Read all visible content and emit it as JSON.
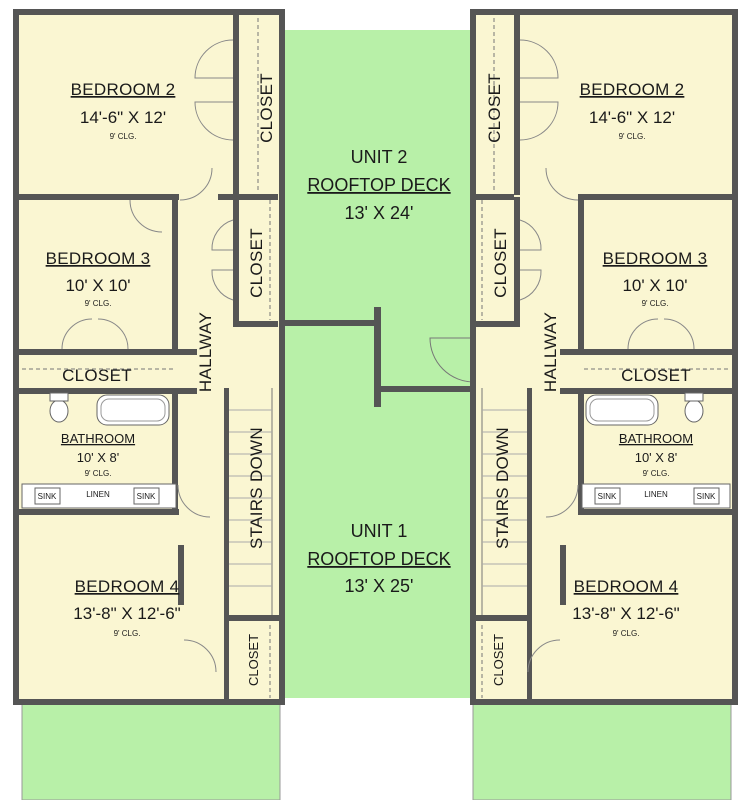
{
  "colors": {
    "room_fill": "#faf6d2",
    "deck_fill": "#b8f0a8",
    "wall": "#555555"
  },
  "left_unit": {
    "bedroom2": {
      "name": "BEDROOM 2",
      "size": "14'-6\" X 12'",
      "ceiling": "9' CLG."
    },
    "closet_top": "CLOSET",
    "closet_mid": "CLOSET",
    "bedroom3": {
      "name": "BEDROOM 3",
      "size": "10' X 10'",
      "ceiling": "9' CLG."
    },
    "closet_b3": "CLOSET",
    "hallway": "HALLWAY",
    "bathroom": {
      "name": "BATHROOM",
      "size": "10' X 8'",
      "ceiling": "9' CLG."
    },
    "sink1": "SINK",
    "linen": "LINEN",
    "sink2": "SINK",
    "stairs": "STAIRS DOWN",
    "bedroom4": {
      "name": "BEDROOM 4",
      "size": "13'-8\" X 12'-6\"",
      "ceiling": "9' CLG."
    },
    "closet_bottom": "CLOSET"
  },
  "right_unit": {
    "bedroom2": {
      "name": "BEDROOM 2",
      "size": "14'-6\" X 12'",
      "ceiling": "9' CLG."
    },
    "closet_top": "CLOSET",
    "closet_mid": "CLOSET",
    "bedroom3": {
      "name": "BEDROOM 3",
      "size": "10' X 10'",
      "ceiling": "9' CLG."
    },
    "closet_b3": "CLOSET",
    "hallway": "HALLWAY",
    "bathroom": {
      "name": "BATHROOM",
      "size": "10' X 8'",
      "ceiling": "9' CLG."
    },
    "sink1": "SINK",
    "linen": "LINEN",
    "sink2": "SINK",
    "stairs": "STAIRS DOWN",
    "bedroom4": {
      "name": "BEDROOM 4",
      "size": "13'-8\" X 12'-6\"",
      "ceiling": "9' CLG."
    },
    "closet_bottom": "CLOSET"
  },
  "deck_unit2": {
    "line1": "UNIT 2",
    "line2": "ROOFTOP DECK",
    "size": "13' X 24'"
  },
  "deck_unit1": {
    "line1": "UNIT 1",
    "line2": "ROOFTOP DECK",
    "size": "13' X 25'"
  }
}
